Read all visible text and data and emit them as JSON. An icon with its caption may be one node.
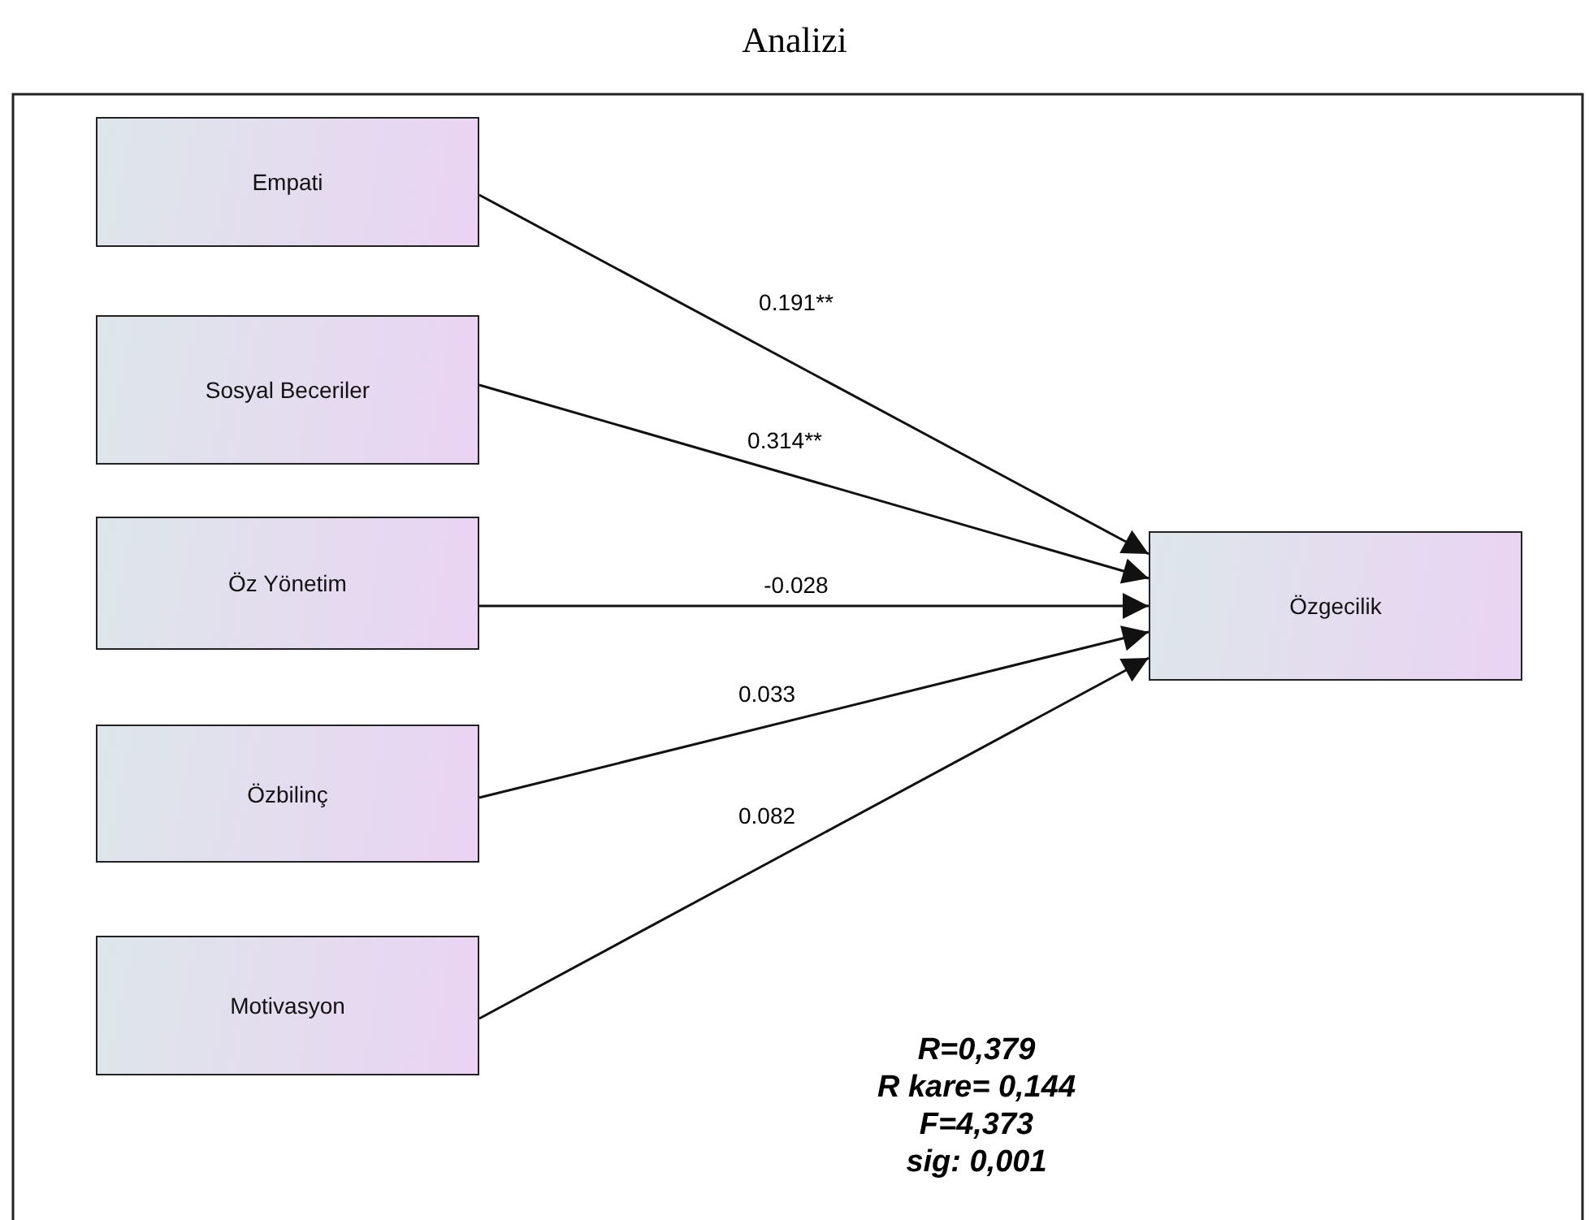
{
  "diagram": {
    "title": "Analizi",
    "nodes": [
      {
        "text": [
          "Empati"
        ]
      },
      {
        "text": [
          "Sosyal Beceriler"
        ]
      },
      {
        "text": [
          "Öz Yönetim"
        ]
      },
      {
        "text": [
          "Özbilinç"
        ]
      },
      {
        "text": [
          "Motivasyon"
        ]
      },
      {
        "text": [
          "Özgecilik"
        ]
      }
    ],
    "edges": [
      {
        "from": 0,
        "to": 5,
        "arrow": "to",
        "label": "0.191**"
      },
      {
        "from": 1,
        "to": 5,
        "arrow": "to",
        "label": "0.314**"
      },
      {
        "from": 2,
        "to": 5,
        "arrow": "to",
        "label": "-0.028"
      },
      {
        "from": 3,
        "to": 5,
        "arrow": "to",
        "label": "0.033"
      },
      {
        "from": 4,
        "to": 5,
        "arrow": "to",
        "label": "0.082"
      }
    ],
    "labels": [
      "R=0,379",
      "R kare= 0,144",
      "F=4,373",
      "sig: 0,001"
    ]
  }
}
